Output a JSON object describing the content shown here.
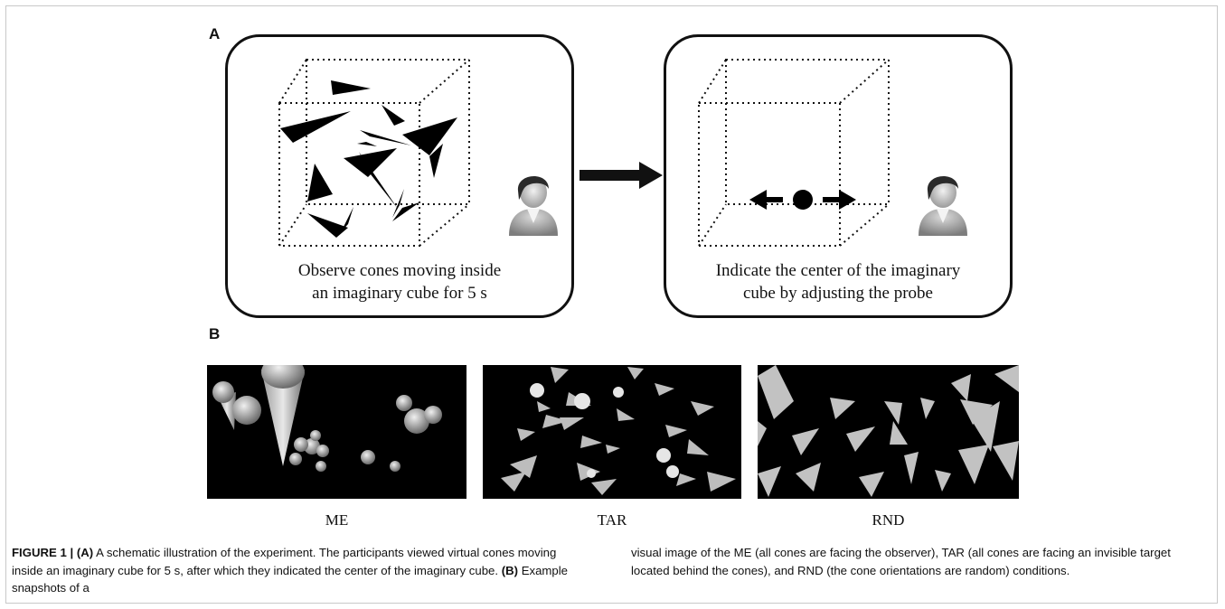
{
  "panels": {
    "a_label": "A",
    "b_label": "B"
  },
  "box_left": {
    "caption_line1": "Observe cones moving inside",
    "caption_line2": "an imaginary cube for 5 s",
    "avatar_icon": "person-avatar-icon"
  },
  "box_right": {
    "caption_line1": "Indicate the center of the imaginary",
    "caption_line2": "cube by adjusting the probe",
    "avatar_icon": "person-avatar-icon"
  },
  "snapshots": [
    {
      "label": "ME"
    },
    {
      "label": "TAR"
    },
    {
      "label": "RND"
    }
  ],
  "caption": {
    "figure_label": "FIGURE 1 |",
    "a_tag": "(A)",
    "left_part1": " A schematic illustration of the experiment. The participants viewed virtual cones moving inside an imaginary cube for 5 s, after which they indicated the center of the imaginary cube. ",
    "b_tag": "(B)",
    "left_part2": " Example snapshots of a",
    "right_text": "visual image of the ME (all cones are facing the observer), TAR (all cones are facing an invisible target located behind the cones), and RND (the cone orientations are random) conditions."
  }
}
